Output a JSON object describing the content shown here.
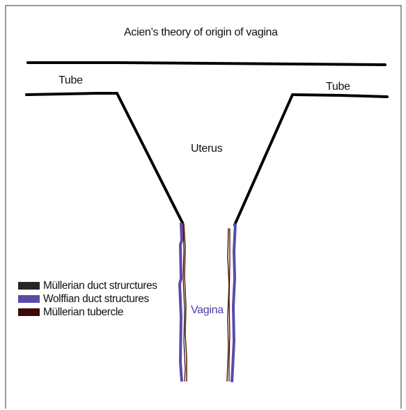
{
  "title": "Acien’s theory of origin of vagina",
  "labels": {
    "tube_left": "Tube",
    "tube_right": "Tube",
    "uterus": "Uterus",
    "vagina": "Vagina"
  },
  "legend": [
    {
      "label": "Müllerian duct strurctures",
      "color": "#262626"
    },
    {
      "label": "Wolffian duct structures",
      "color": "#5b4aa8"
    },
    {
      "label": "Müllerian tubercle",
      "color": "#3d0a07"
    }
  ],
  "colors": {
    "mullerian_duct": "#000000",
    "wolffian_duct": "#5b4aa8",
    "mullerian_tubercle": "#6b2212",
    "vagina_label": "#4a40a0",
    "frame": "#333333"
  }
}
